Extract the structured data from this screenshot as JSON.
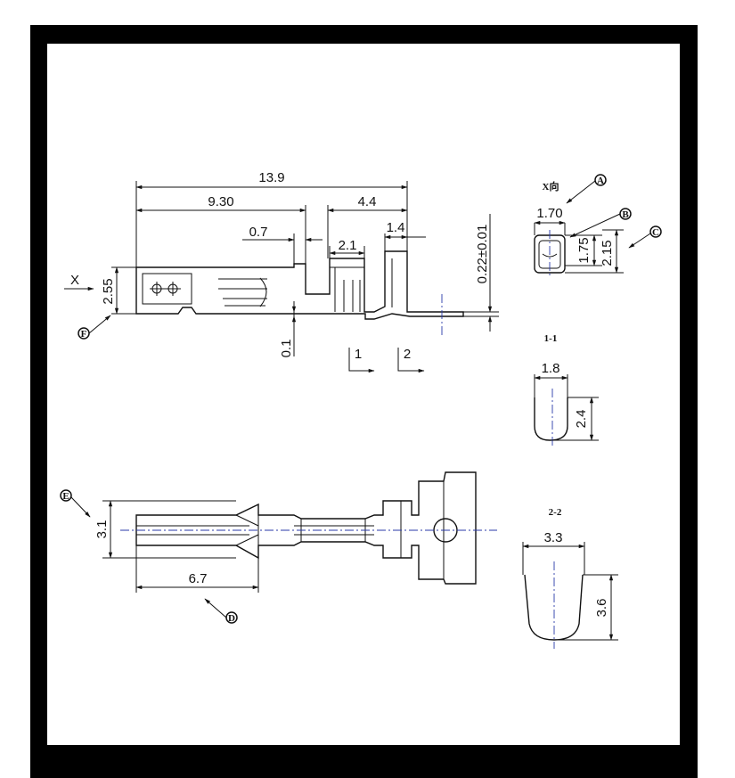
{
  "drawing": {
    "side_view": {
      "dims": {
        "overall_length": "13.9",
        "length_9_30": "9.30",
        "length_4_4": "4.4",
        "slot_0_7": "0.7",
        "width_2_1": "2.1",
        "width_1_4": "1.4",
        "height_2_55": "2.55",
        "thickness_0_1": "0.1",
        "thickness_0_22": "0.22±0.01"
      },
      "view_mark": "X",
      "callout_F": "F",
      "section_1": "1",
      "section_2": "2"
    },
    "x_view": {
      "title": "X向",
      "dims": {
        "width_1_70": "1.70",
        "height_1_75": "1.75",
        "height_2_15": "2.15"
      },
      "callout_A": "A",
      "callout_B": "B",
      "callout_C": "C"
    },
    "section_1_1": {
      "title": "1-1",
      "dims": {
        "width_1_8": "1.8",
        "height_2_4": "2.4"
      }
    },
    "section_2_2": {
      "title": "2-2",
      "dims": {
        "width_3_3": "3.3",
        "height_3_6": "3.6"
      }
    },
    "top_view": {
      "dims": {
        "height_3_1": "3.1",
        "length_6_7": "6.7"
      },
      "callout_E": "E",
      "callout_D": "D"
    }
  }
}
